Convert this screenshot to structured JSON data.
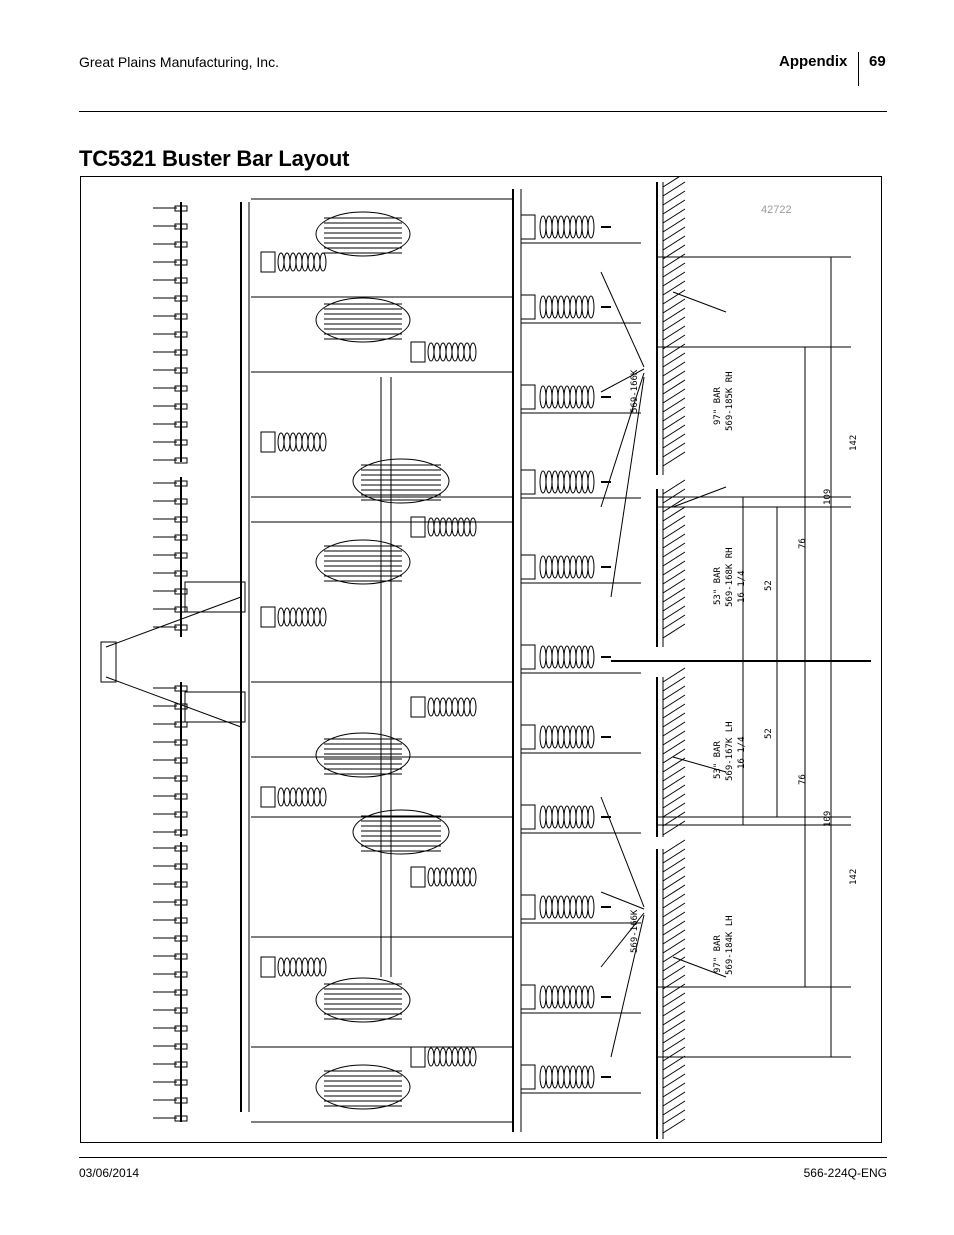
{
  "header": {
    "company": "Great Plains Manufacturing, Inc.",
    "section": "Appendix",
    "page_number": "69"
  },
  "page_title": "TC5321 Buster Bar Layout",
  "figure": {
    "figure_number": "42722",
    "right_side": {
      "long_bar_label": "97\" BAR",
      "long_bar_part": "569-185K RH",
      "short_bar_label": "53\" BAR",
      "short_bar_part": "569-168K RH",
      "short_bar_offset": "16 1/4",
      "shank_part": "569-166K"
    },
    "left_side": {
      "long_bar_label": "97\" BAR",
      "long_bar_part": "569-184K LH",
      "short_bar_label": "53\" BAR",
      "short_bar_part": "569-167K LH",
      "short_bar_offset": "16 1/4",
      "shank_part": "569-166K"
    },
    "dimensions": {
      "d52": "52",
      "d76": "76",
      "d109": "109",
      "d142": "142"
    },
    "colors": {
      "line": "#000000",
      "figure_number": "#9a9a9a"
    }
  },
  "footer": {
    "date": "03/06/2014",
    "doc_number": "566-224Q-ENG"
  }
}
